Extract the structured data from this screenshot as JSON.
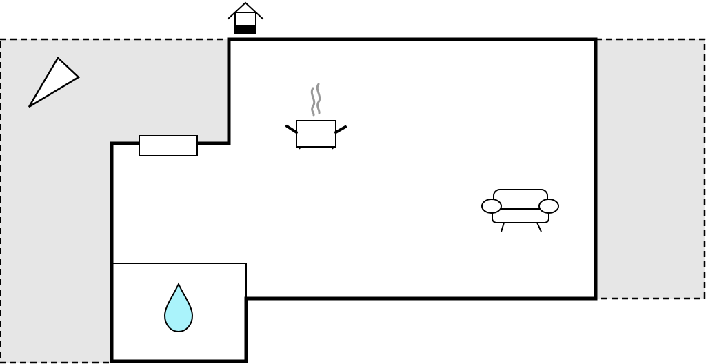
{
  "floorplan": {
    "colors": {
      "wall": "#000000",
      "outdoor_fill": "#e6e6e6",
      "room_fill": "#ffffff",
      "steam": "#999999",
      "water_drop": "#aaf3fb"
    },
    "areas": [
      {
        "name": "terrace-left",
        "type": "outdoor"
      },
      {
        "name": "terrace-right",
        "type": "outdoor"
      },
      {
        "name": "main-room",
        "type": "room"
      },
      {
        "name": "bathroom",
        "type": "room"
      }
    ],
    "icons": [
      {
        "name": "compass-icon",
        "meaning": "north-arrow"
      },
      {
        "name": "entrance-icon",
        "meaning": "entrance"
      },
      {
        "name": "window-icon",
        "meaning": "window"
      },
      {
        "name": "kitchen-pot-icon",
        "meaning": "kitchen"
      },
      {
        "name": "sofa-icon",
        "meaning": "living-area"
      },
      {
        "name": "water-drop-icon",
        "meaning": "bathroom"
      }
    ]
  }
}
